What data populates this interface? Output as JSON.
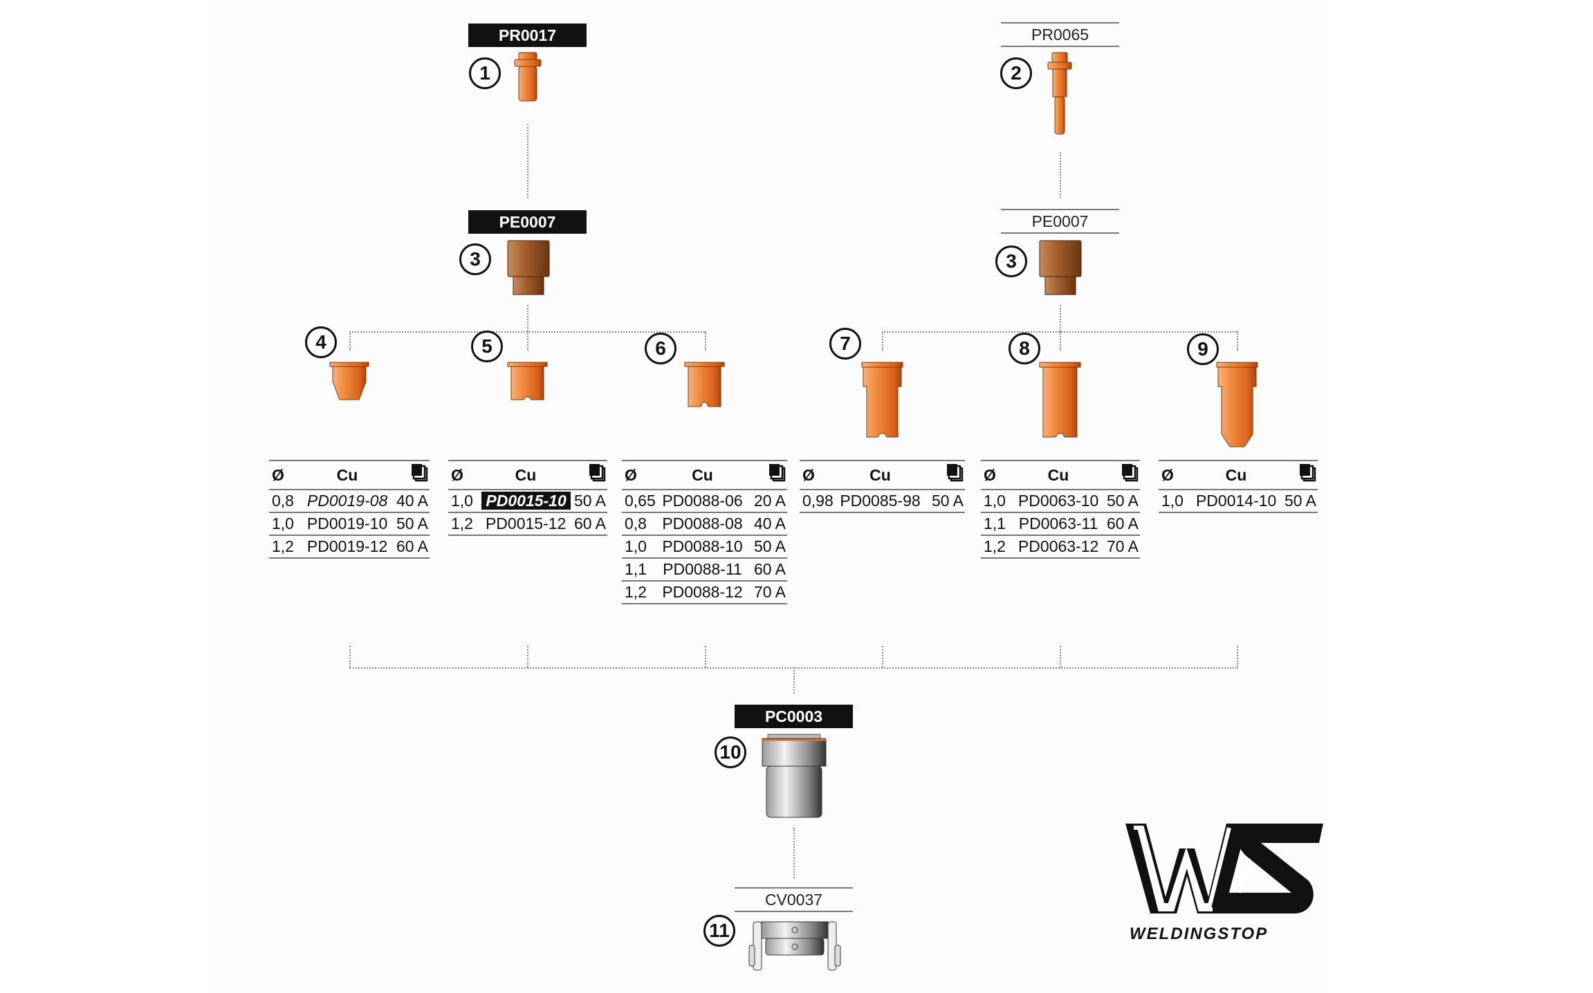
{
  "top_left": {
    "code": "PR0017",
    "number": "1"
  },
  "top_right": {
    "code": "PR0065",
    "number": "2"
  },
  "mid_left": {
    "code": "PE0007",
    "number": "3"
  },
  "mid_right": {
    "code": "PE0007",
    "number": "3"
  },
  "tip_numbers": [
    "4",
    "5",
    "6",
    "7",
    "8",
    "9"
  ],
  "table_headers": {
    "diameter": "Ø",
    "material": "Cu"
  },
  "tables": [
    {
      "rows": [
        [
          "0,8",
          "PD0019-08",
          "40 A"
        ],
        [
          "1,0",
          "PD0019-10",
          "50 A"
        ],
        [
          "1,2",
          "PD0019-12",
          "60 A"
        ]
      ]
    },
    {
      "rows": [
        [
          "1,0",
          "PD0015-10",
          "50 A"
        ],
        [
          "1,2",
          "PD0015-12",
          "60 A"
        ]
      ],
      "highlighted": "PD0015-10"
    },
    {
      "rows": [
        [
          "0,65",
          "PD0088-06",
          "20 A"
        ],
        [
          "0,8",
          "PD0088-08",
          "40 A"
        ],
        [
          "1,0",
          "PD0088-10",
          "50 A"
        ],
        [
          "1,1",
          "PD0088-11",
          "60 A"
        ],
        [
          "1,2",
          "PD0088-12",
          "70 A"
        ]
      ]
    },
    {
      "rows": [
        [
          "0,98",
          "PD0085-98",
          "50 A"
        ]
      ]
    },
    {
      "rows": [
        [
          "1,0",
          "PD0063-10",
          "50 A"
        ],
        [
          "1,1",
          "PD0063-11",
          "60 A"
        ],
        [
          "1,2",
          "PD0063-12",
          "70 A"
        ]
      ]
    },
    {
      "rows": [
        [
          "1,0",
          "PD0014-10",
          "50 A"
        ]
      ]
    }
  ],
  "shield_cup": {
    "code": "PC0003",
    "number": "10"
  },
  "spacer": {
    "code": "CV0037",
    "number": "11"
  },
  "logo": {
    "mark": "WS",
    "wordmark": "WELDINGSTOP"
  },
  "colors": {
    "copper": "#e0702a",
    "black": "#111111",
    "line": "#777777"
  }
}
